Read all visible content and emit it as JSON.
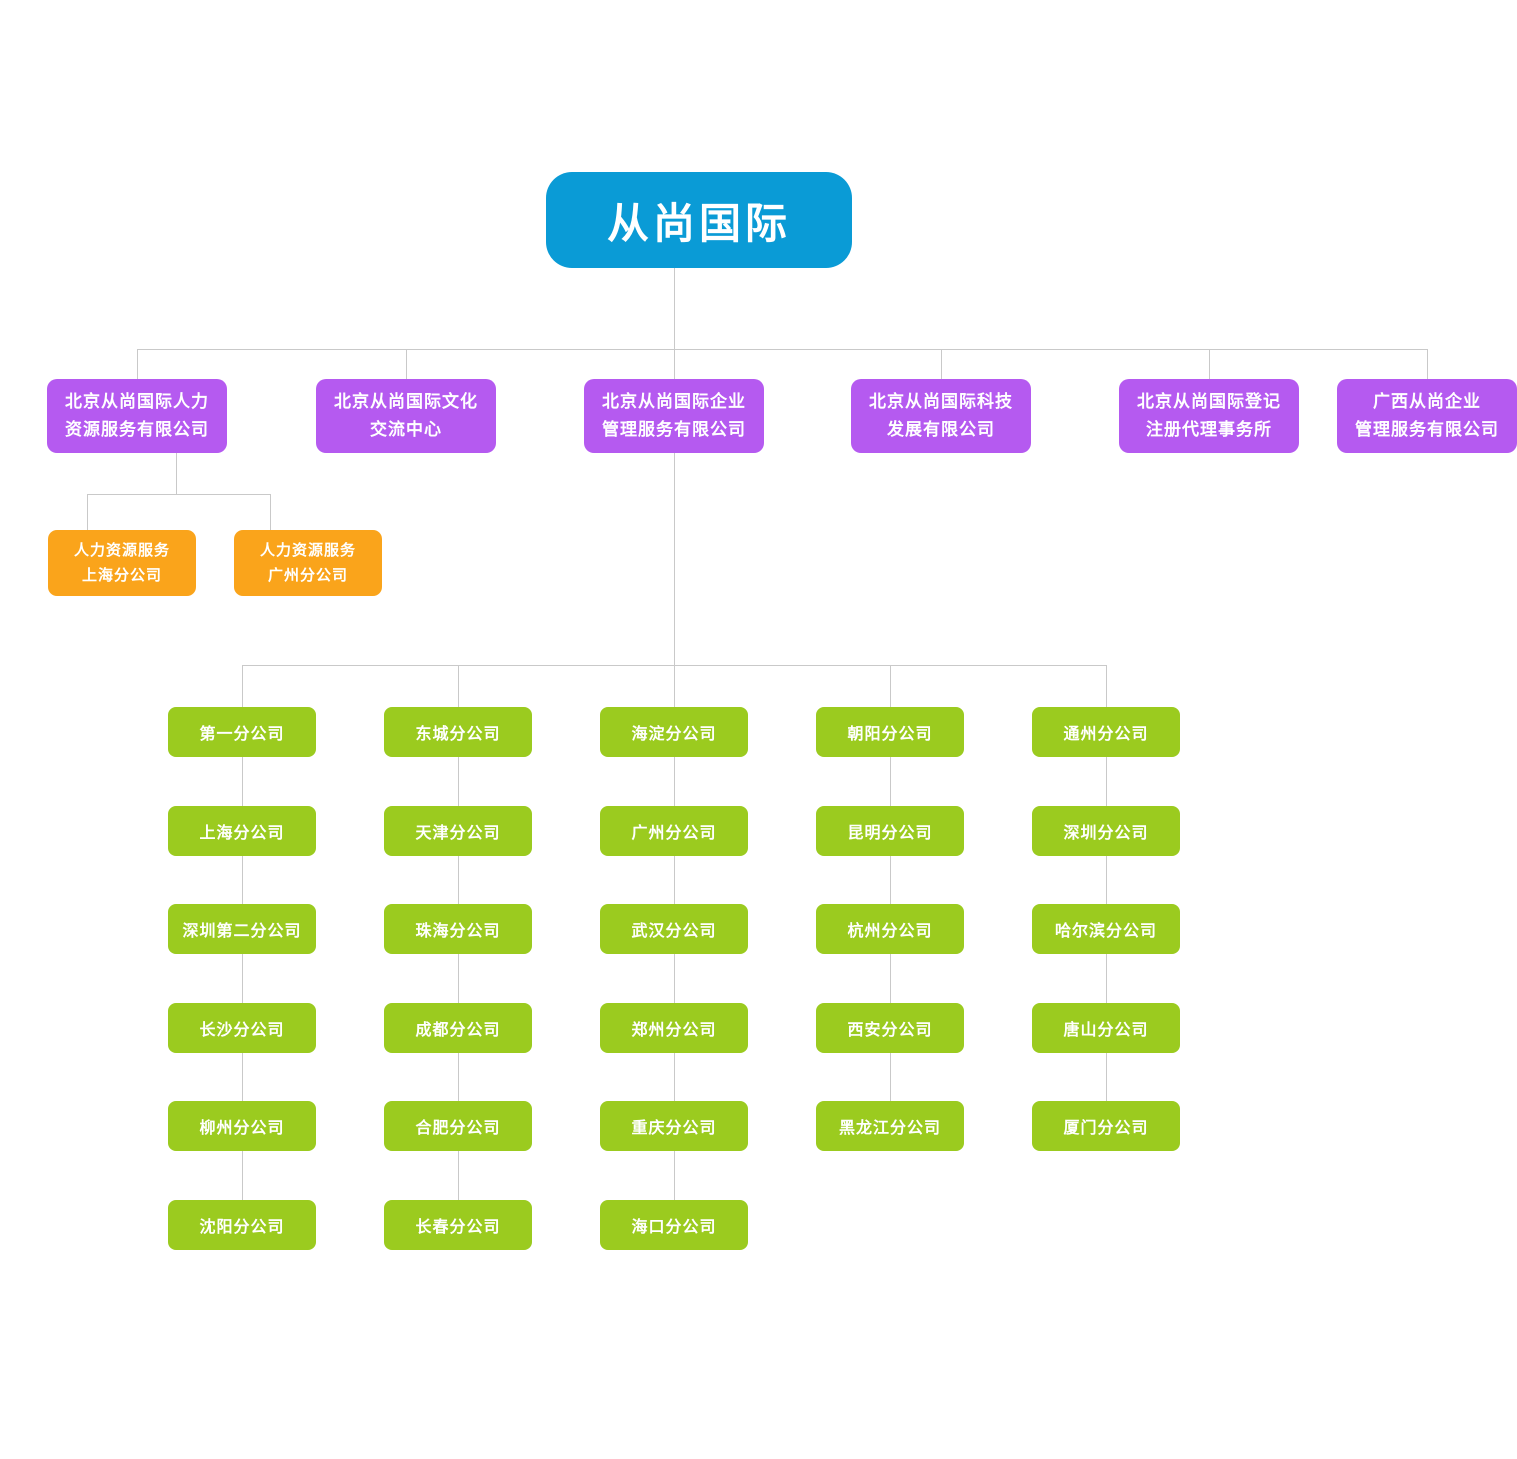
{
  "colors": {
    "root": "#0a9bd6",
    "subsidiary": "#b55af0",
    "hr_branch": "#faa41b",
    "city_branch": "#9bcb1f",
    "connector": "#c9c9c9",
    "node_text": "#ffffff"
  },
  "org": {
    "root_label": "从尚国际",
    "level2": [
      "北京从尚国际人力\n资源服务有限公司",
      "北京从尚国际文化\n交流中心",
      "北京从尚国际企业\n管理服务有限公司",
      "北京从尚国际科技\n发展有限公司",
      "北京从尚国际登记\n注册代理事务所",
      "广西从尚企业\n管理服务有限公司"
    ],
    "hr_branches": [
      "人力资源服务\n上海分公司",
      "人力资源服务\n广州分公司"
    ],
    "branch_columns": [
      {
        "items": [
          "第一分公司",
          "上海分公司",
          "深圳第二分公司",
          "长沙分公司",
          "柳州分公司",
          "沈阳分公司"
        ]
      },
      {
        "items": [
          "东城分公司",
          "天津分公司",
          "珠海分公司",
          "成都分公司",
          "合肥分公司",
          "长春分公司"
        ]
      },
      {
        "items": [
          "海淀分公司",
          "广州分公司",
          "武汉分公司",
          "郑州分公司",
          "重庆分公司",
          "海口分公司"
        ]
      },
      {
        "items": [
          "朝阳分公司",
          "昆明分公司",
          "杭州分公司",
          "西安分公司",
          "黑龙江分公司"
        ]
      },
      {
        "items": [
          "通州分公司",
          "深圳分公司",
          "哈尔滨分公司",
          "唐山分公司",
          "厦门分公司"
        ]
      }
    ]
  }
}
